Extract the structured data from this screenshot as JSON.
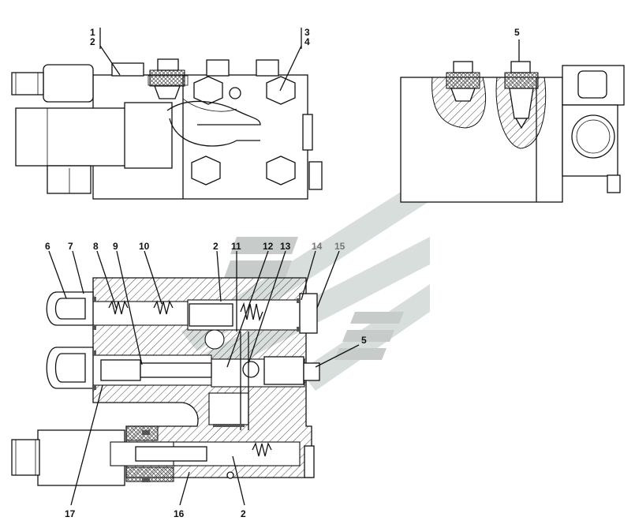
{
  "callouts": {
    "top_left": [
      "1",
      "2",
      "3",
      "4"
    ],
    "top_right": [
      "5"
    ],
    "section_top": [
      "6",
      "7",
      "8",
      "9",
      "10",
      "2",
      "11",
      "12",
      "13",
      "14",
      "15"
    ],
    "section_right": [
      "5"
    ],
    "section_bottom": [
      "17",
      "16",
      "2"
    ]
  },
  "colors": {
    "line": "#111111",
    "hatch": "#333333",
    "seal": "#555555",
    "watermark": "#b9c4bf"
  }
}
